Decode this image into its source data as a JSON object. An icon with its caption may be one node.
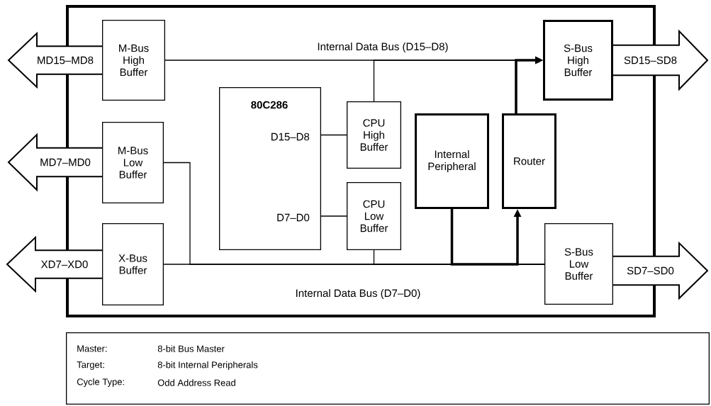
{
  "diagram": {
    "nodes": [
      {
        "text": [],
        "shape": "box"
      },
      {
        "text": [
          "M-Bus High Buffer"
        ],
        "in": 0
      },
      {
        "text": [
          "M-Bus Low Buffer"
        ],
        "in": 0
      },
      {
        "text": [
          "X-Bus Buffer"
        ],
        "in": 0
      },
      {
        "text": [
          "80C286",
          "D15–D8",
          "D7–D0"
        ],
        "in": 0
      },
      {
        "text": [
          "CPU High Buffer"
        ],
        "in": 0
      },
      {
        "text": [
          "CPU Low Buffer"
        ],
        "in": 0
      },
      {
        "text": [
          "Internal Peripheral"
        ],
        "in": 0
      },
      {
        "text": [
          "Router"
        ],
        "in": 0
      },
      {
        "text": [
          "S-Bus High Buffer"
        ],
        "in": 0
      },
      {
        "text": [
          "S-Bus Low Buffer"
        ],
        "in": 0
      },
      {
        "text": [
          "MD15–MD8"
        ]
      },
      {
        "text": [
          "MD7–MD0"
        ]
      },
      {
        "text": [
          "XD7–XD0"
        ]
      },
      {
        "text": [
          "SD15–SD8"
        ]
      },
      {
        "text": [
          "SD7–SD0"
        ]
      },
      {
        "text": [
          "Master:",
          "8-bit Bus Master",
          "Target:",
          "8-bit Internal Peripherals",
          "Cycle Type:",
          "Odd Address Read"
        ]
      }
    ],
    "edges": [
      {
        "from": 1,
        "to": 9,
        "arrow": "to",
        "label": "Internal Data Bus (D15–D8)"
      },
      {
        "from": 5,
        "to": 9,
        "arrow": "to"
      },
      {
        "from": 8,
        "to": 9,
        "arrow": "to",
        "style": "thick"
      },
      {
        "from": 4,
        "to": 5,
        "arrow": "none"
      },
      {
        "from": 4,
        "to": 6,
        "arrow": "none"
      },
      {
        "from": 3,
        "to": 10,
        "arrow": "none",
        "label": "Internal Data Bus (D7–D0)"
      },
      {
        "from": 2,
        "to": 10,
        "arrow": "none"
      },
      {
        "from": 6,
        "to": 10,
        "arrow": "none"
      },
      {
        "from": 7,
        "to": 8,
        "arrow": "to",
        "style": "thick"
      }
    ]
  }
}
